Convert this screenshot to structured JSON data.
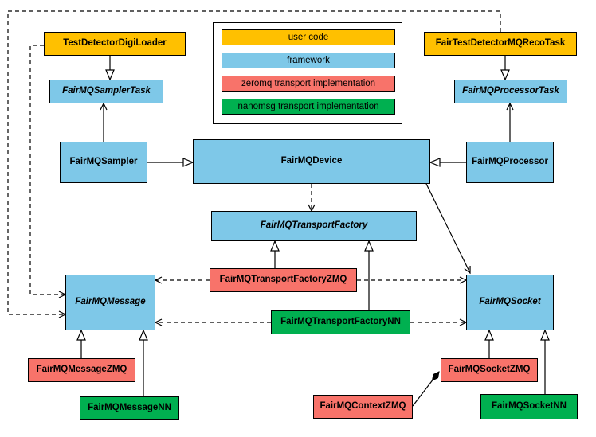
{
  "legend": {
    "items": [
      {
        "label": "user code",
        "color": "#FFC000",
        "type": "user-code"
      },
      {
        "label": "framework",
        "color": "#7EC8E8",
        "type": "framework"
      },
      {
        "label": "zeromq transport implementation",
        "color": "#F8736A",
        "type": "zeromq"
      },
      {
        "label": "nanomsg transport implementation",
        "color": "#00B050",
        "type": "nanomsg"
      }
    ]
  },
  "nodes": {
    "test_detector_digi_loader": {
      "label": "TestDetectorDigiLoader",
      "category": "user code",
      "abstract": false
    },
    "fair_test_detector_mq_reco_task": {
      "label": "FairTestDetectorMQRecoTask",
      "category": "user code",
      "abstract": false
    },
    "fair_mq_sampler_task": {
      "label": "FairMQSamplerTask",
      "category": "framework",
      "abstract": true
    },
    "fair_mq_processor_task": {
      "label": "FairMQProcessorTask",
      "category": "framework",
      "abstract": true
    },
    "fair_mq_sampler": {
      "label": "FairMQSampler",
      "category": "framework",
      "abstract": false
    },
    "fair_mq_device": {
      "label": "FairMQDevice",
      "category": "framework",
      "abstract": false
    },
    "fair_mq_processor": {
      "label": "FairMQProcessor",
      "category": "framework",
      "abstract": false
    },
    "fair_mq_transport_factory": {
      "label": "FairMQTransportFactory",
      "category": "framework",
      "abstract": true
    },
    "fair_mq_transport_factory_zmq": {
      "label": "FairMQTransportFactoryZMQ",
      "category": "zeromq",
      "abstract": false
    },
    "fair_mq_transport_factory_nn": {
      "label": "FairMQTransportFactoryNN",
      "category": "nanomsg",
      "abstract": false
    },
    "fair_mq_message": {
      "label": "FairMQMessage",
      "category": "framework",
      "abstract": true
    },
    "fair_mq_socket": {
      "label": "FairMQSocket",
      "category": "framework",
      "abstract": true
    },
    "fair_mq_message_zmq": {
      "label": "FairMQMessageZMQ",
      "category": "zeromq",
      "abstract": false
    },
    "fair_mq_message_nn": {
      "label": "FairMQMessageNN",
      "category": "nanomsg",
      "abstract": false
    },
    "fair_mq_socket_zmq": {
      "label": "FairMQSocketZMQ",
      "category": "zeromq",
      "abstract": false
    },
    "fair_mq_socket_nn": {
      "label": "FairMQSocketNN",
      "category": "nanomsg",
      "abstract": false
    },
    "fair_mq_context_zmq": {
      "label": "FairMQContextZMQ",
      "category": "zeromq",
      "abstract": false
    }
  },
  "edges": [
    {
      "from": "TestDetectorDigiLoader",
      "to": "FairMQSamplerTask",
      "kind": "inheritance",
      "line": "solid"
    },
    {
      "from": "FairTestDetectorMQRecoTask",
      "to": "FairMQProcessorTask",
      "kind": "inheritance",
      "line": "solid"
    },
    {
      "from": "FairMQSampler",
      "to": "FairMQSamplerTask",
      "kind": "association",
      "line": "solid"
    },
    {
      "from": "FairMQProcessor",
      "to": "FairMQProcessorTask",
      "kind": "association",
      "line": "solid"
    },
    {
      "from": "FairMQSampler",
      "to": "FairMQDevice",
      "kind": "inheritance",
      "line": "solid"
    },
    {
      "from": "FairMQProcessor",
      "to": "FairMQDevice",
      "kind": "inheritance",
      "line": "solid"
    },
    {
      "from": "FairMQDevice",
      "to": "FairMQTransportFactory",
      "kind": "dependency",
      "line": "dashed"
    },
    {
      "from": "FairMQDevice",
      "to": "FairMQSocket",
      "kind": "association",
      "line": "solid"
    },
    {
      "from": "FairMQTransportFactoryZMQ",
      "to": "FairMQTransportFactory",
      "kind": "inheritance",
      "line": "solid"
    },
    {
      "from": "FairMQTransportFactoryNN",
      "to": "FairMQTransportFactory",
      "kind": "inheritance",
      "line": "solid"
    },
    {
      "from": "FairMQTransportFactoryZMQ",
      "to": "FairMQMessage",
      "kind": "dependency",
      "line": "dashed"
    },
    {
      "from": "FairMQTransportFactoryZMQ",
      "to": "FairMQSocket",
      "kind": "dependency",
      "line": "dashed"
    },
    {
      "from": "FairMQTransportFactoryNN",
      "to": "FairMQMessage",
      "kind": "dependency",
      "line": "dashed"
    },
    {
      "from": "FairMQTransportFactoryNN",
      "to": "FairMQSocket",
      "kind": "dependency",
      "line": "dashed"
    },
    {
      "from": "FairTestDetectorMQRecoTask",
      "to": "FairMQMessage",
      "kind": "dependency",
      "line": "dashed"
    },
    {
      "from": "TestDetectorDigiLoader",
      "to": "FairMQMessage",
      "kind": "dependency",
      "line": "dashed"
    },
    {
      "from": "FairMQMessageZMQ",
      "to": "FairMQMessage",
      "kind": "inheritance",
      "line": "solid"
    },
    {
      "from": "FairMQMessageNN",
      "to": "FairMQMessage",
      "kind": "inheritance",
      "line": "solid"
    },
    {
      "from": "FairMQSocketZMQ",
      "to": "FairMQSocket",
      "kind": "inheritance",
      "line": "solid"
    },
    {
      "from": "FairMQSocketNN",
      "to": "FairMQSocket",
      "kind": "inheritance",
      "line": "solid"
    },
    {
      "from": "FairMQContextZMQ",
      "to": "FairMQSocketZMQ",
      "kind": "composition",
      "line": "solid"
    }
  ],
  "colors": {
    "user_code": "#FFC000",
    "framework": "#7EC8E8",
    "zeromq": "#F8736A",
    "nanomsg": "#00B050",
    "border": "#000000",
    "background": "#FFFFFF"
  }
}
